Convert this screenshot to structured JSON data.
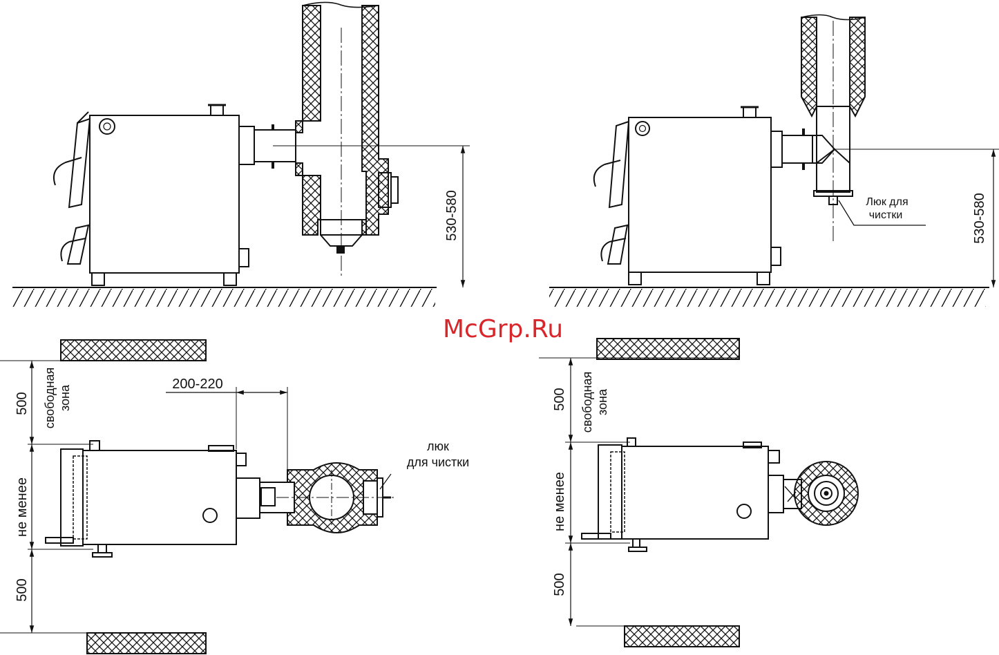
{
  "labels": {
    "dim_height_left": "530-580",
    "dim_height_right": "530-580",
    "cleaning_hatch_elev_line1": "Люк для",
    "cleaning_hatch_elev_line2": "чистки",
    "cleaning_hatch_plan_line1": "люк",
    "cleaning_hatch_plan_line2": "для чистки",
    "dim_offset": "200-220",
    "dim_500_top_left": "500",
    "dim_500_bottom_left": "500",
    "dim_500_top_right": "500",
    "dim_500_bottom_right": "500",
    "free_zone_line1_left": "свободная",
    "free_zone_line2_left": "зона",
    "free_zone_line1_right": "свободная",
    "free_zone_line2_right": "зона",
    "not_less_left": "не менее",
    "not_less_right": "не менее"
  },
  "watermark": "McGrp.Ru",
  "colors": {
    "line": "#111111",
    "watermark": "#d8262b"
  }
}
